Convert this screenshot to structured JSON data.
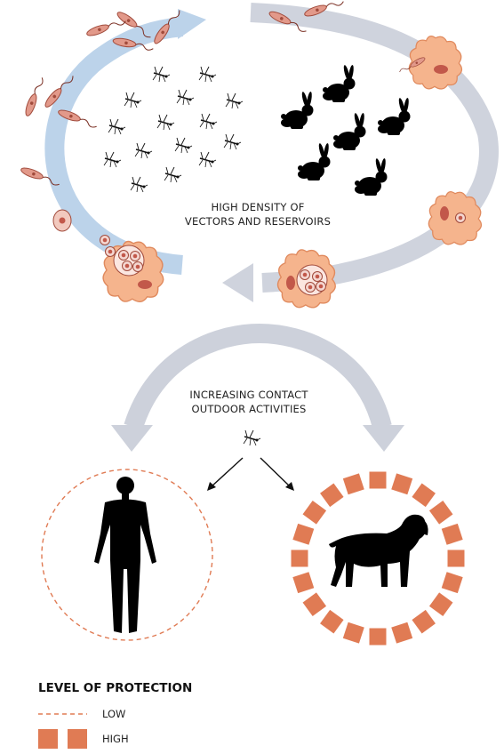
{
  "cycle": {
    "center_label_line1": "HIGH DENSITY OF",
    "center_label_line2": "VECTORS AND RESERVOIRS"
  },
  "contact": {
    "label_line1": "INCREASING CONTACT",
    "label_line2": "OUTDOOR ACTIVITIES"
  },
  "legend": {
    "title": "LEVEL OF PROTECTION",
    "low_label": "LOW",
    "high_label": "HIGH"
  },
  "icons": {
    "vector": "sandfly-icon",
    "reservoir": "rabbit-icon",
    "human": "human-silhouette-icon",
    "dog": "dog-silhouette-icon",
    "parasite_promastigote": "promastigote-icon",
    "infected_macrophage": "macrophage-icon"
  },
  "colors": {
    "cycle_blue": "#bcd3ea",
    "cycle_gray": "#cfd3dd",
    "contact_gray": "#cdd1db",
    "cell_fill": "#f5b48d",
    "cell_stroke": "#e08a5e",
    "parasite": "#d88475",
    "protection": "#e07b54",
    "silhouette": "#000000"
  }
}
